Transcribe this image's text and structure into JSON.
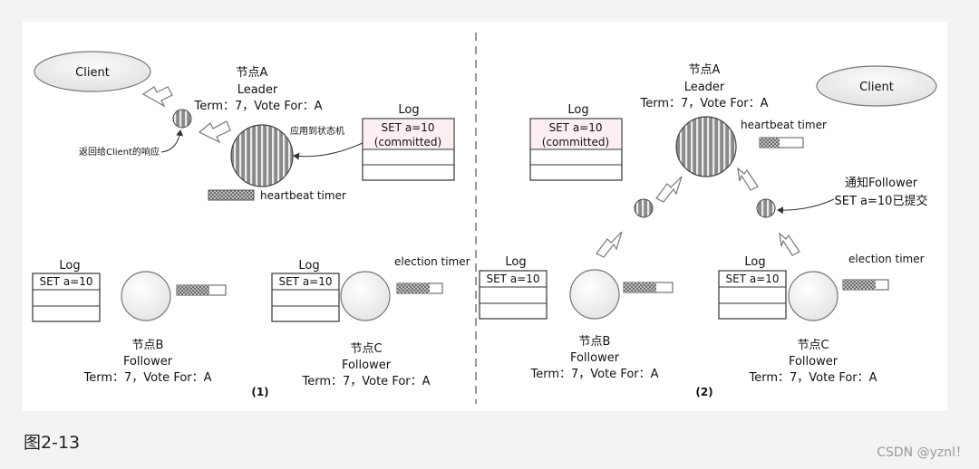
{
  "caption": "图2-13",
  "watermark": "CSDN @yznl！",
  "panel1": {
    "label": "(1)",
    "client": "Client",
    "leader": {
      "name": "节点A",
      "role": "Leader",
      "meta": "Term：7，Vote For：A"
    },
    "log": {
      "title": "Log",
      "entry_line1": "SET a=10",
      "entry_line2": "(committed)"
    },
    "apply_note": "应用到状态机",
    "response_note": "返回给Client的响应",
    "heartbeat": "heartbeat timer",
    "election": "election timer",
    "followerB": {
      "name": "节点B",
      "role": "Follower",
      "meta": "Term：7，Vote For：A",
      "log_title": "Log",
      "log_entry": "SET a=10"
    },
    "followerC": {
      "name": "节点C",
      "role": "Follower",
      "meta": "Term：7，Vote For：A",
      "log_title": "Log",
      "log_entry": "SET a=10"
    }
  },
  "panel2": {
    "label": "(2)",
    "client": "Client",
    "leader": {
      "name": "节点A",
      "role": "Leader",
      "meta": "Term：7，Vote For：A"
    },
    "log": {
      "title": "Log",
      "entry_line1": "SET a=10",
      "entry_line2": "(committed)"
    },
    "heartbeat": "heartbeat timer",
    "election": "election timer",
    "notify_line1": "通知Follower",
    "notify_line2": "SET a=10已提交",
    "followerB": {
      "name": "节点B",
      "role": "Follower",
      "meta": "Term：7，Vote For：A",
      "log_title": "Log",
      "log_entry": "SET a=10"
    },
    "followerC": {
      "name": "节点C",
      "role": "Follower",
      "meta": "Term：7，Vote For：A",
      "log_title": "Log",
      "log_entry": "SET a=10"
    }
  }
}
